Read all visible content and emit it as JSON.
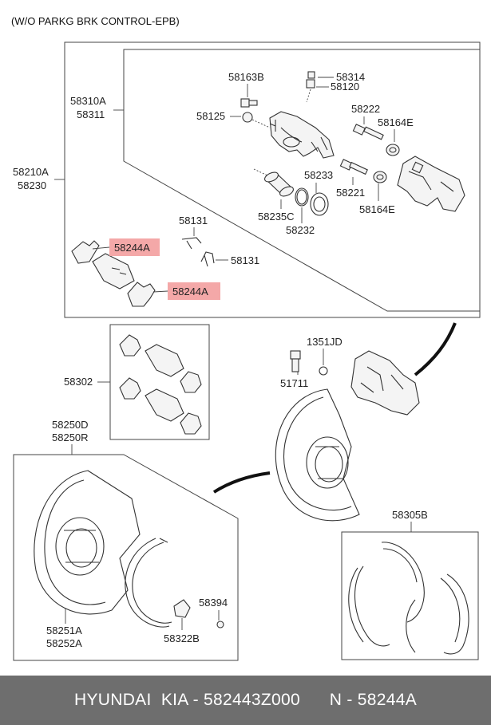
{
  "header": {
    "title": "(W/O PARKG BRK CONTROL-EPB)"
  },
  "labels": {
    "l58210A": "58210A",
    "l58230": "58230",
    "l58310A": "58310A",
    "l58311": "58311",
    "l58163B": "58163B",
    "l58314": "58314",
    "l58120": "58120",
    "l58125": "58125",
    "l58222": "58222",
    "l58164E_a": "58164E",
    "l58233": "58233",
    "l58221": "58221",
    "l58164E_b": "58164E",
    "l58235C": "58235C",
    "l58232": "58232",
    "l58131_a": "58131",
    "l58131_b": "58131",
    "l58244A_a": "58244A",
    "l58244A_b": "58244A",
    "l1351JD": "1351JD",
    "l51711": "51711",
    "l58302": "58302",
    "l58250D": "58250D",
    "l58250R": "58250R",
    "l58305B": "58305B",
    "l58394": "58394",
    "l58251A": "58251A",
    "l58252A": "58252A",
    "l58322B": "58322B"
  },
  "highlight_color": "#f3a3a3",
  "footer": {
    "brand": "HYUNDAI  KIA - 582443Z000",
    "code": "N - 58244A",
    "background": "#6e6e6e"
  }
}
